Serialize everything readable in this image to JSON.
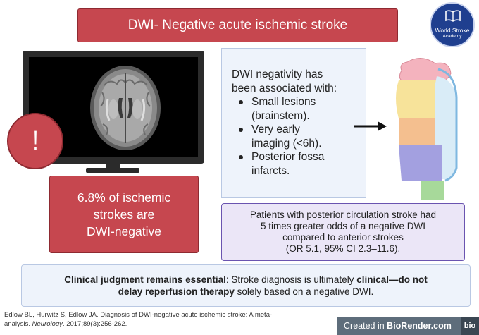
{
  "title": "DWI- Negative acute ischemic stroke",
  "logo": {
    "line1": "World Stroke",
    "line2": "Academy"
  },
  "alert": {
    "symbol": "!"
  },
  "stat": {
    "line1": "6.8% of ischemic",
    "line2": "strokes are",
    "line3": "DWI-negative"
  },
  "association": {
    "intro_line1": "DWI negativity has",
    "intro_line2": "been associated with:",
    "items": [
      {
        "line1": "Small lesions",
        "line2": "(brainstem)."
      },
      {
        "line1": "Very early",
        "line2": "imaging (<6h)."
      },
      {
        "line1": "Posterior fossa",
        "line2": "infarcts."
      }
    ]
  },
  "posterior": {
    "line1": "Patients with posterior circulation stroke had",
    "line2": "5 times greater odds of a negative DWI",
    "line3": "compared to anterior strokes",
    "line4": "(OR 5.1, 95% CI 2.3–11.6)."
  },
  "clinical": {
    "bold1": "Clinical judgment remains essential",
    "text1": ": Stroke diagnosis is ultimately ",
    "bold2": "clinical—do not",
    "bold3": "delay reperfusion therapy",
    "text2": " solely based on a negative DWI."
  },
  "reference": {
    "part1": "Edlow BL, Hurwitz S, Edlow JA. Diagnosis of DWI-negative acute ischemic stroke: A meta-",
    "part2": "analysis. ",
    "journal": "Neurology",
    "part3": ". 2017;89(3):256-262."
  },
  "badge": {
    "prefix": "Created in ",
    "brand": "BioRender.com",
    "short": "bio"
  },
  "colors": {
    "accent_red": "#c6474f",
    "light_blue": "#eef3fb",
    "light_purple": "#ebe6f7",
    "purple_border": "#6a54b0"
  }
}
